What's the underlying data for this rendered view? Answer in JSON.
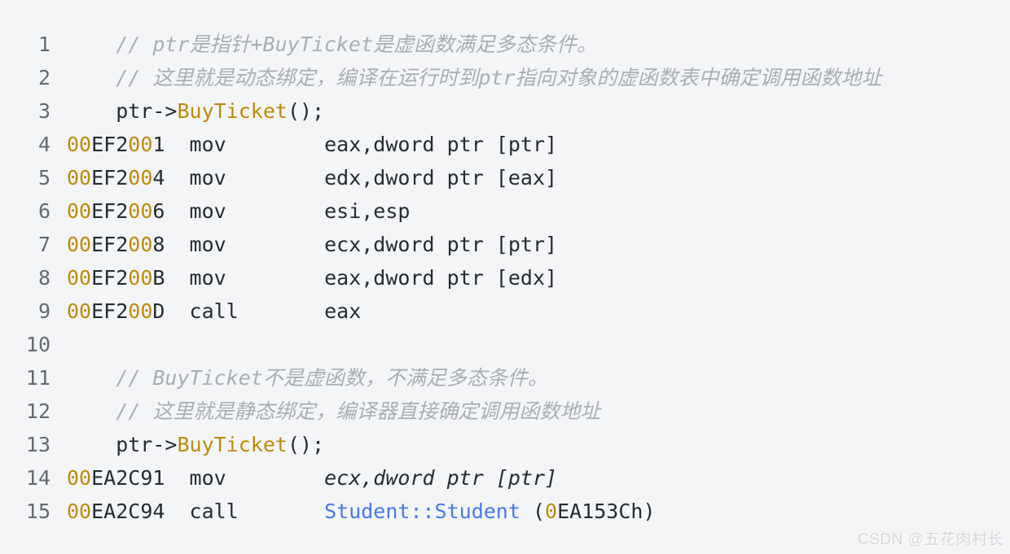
{
  "page": {
    "background": "#f4f5f7"
  },
  "palette": {
    "page_bg": "#f4f5f7",
    "plain": "#262b33",
    "comment": "#a9aeb5",
    "gold": "#bd8b0a",
    "blue": "#4878e8",
    "line_number": "#646a73",
    "watermark": "#d5d7da"
  },
  "watermark": {
    "text": "CSDN @五花肉村长"
  },
  "code_block": {
    "language": "cpp-disassembly",
    "lines": [
      {
        "n": "1",
        "segs": [
          {
            "t": "    // ptr是指针+BuyTicket是虚函数满足多态条件。",
            "c": "comment"
          }
        ]
      },
      {
        "n": "2",
        "segs": [
          {
            "t": "    // 这里就是动态绑定，编译在运行时到ptr指向对象的虚函数表中确定调用函数地址",
            "c": "comment"
          }
        ]
      },
      {
        "n": "3",
        "segs": [
          {
            "t": "    ptr->",
            "c": "plain"
          },
          {
            "t": "BuyTicket",
            "c": "gold"
          },
          {
            "t": "();",
            "c": "plain"
          }
        ]
      },
      {
        "n": "4",
        "segs": [
          {
            "t": "00",
            "c": "gold"
          },
          {
            "t": "EF2",
            "c": "plain"
          },
          {
            "t": "00",
            "c": "gold"
          },
          {
            "t": "1  mov        eax,dword ptr [ptr]",
            "c": "plain"
          }
        ]
      },
      {
        "n": "5",
        "segs": [
          {
            "t": "00",
            "c": "gold"
          },
          {
            "t": "EF2",
            "c": "plain"
          },
          {
            "t": "00",
            "c": "gold"
          },
          {
            "t": "4  mov        edx,dword ptr [eax]",
            "c": "plain"
          }
        ]
      },
      {
        "n": "6",
        "segs": [
          {
            "t": "00",
            "c": "gold"
          },
          {
            "t": "EF2",
            "c": "plain"
          },
          {
            "t": "00",
            "c": "gold"
          },
          {
            "t": "6  mov        esi,esp",
            "c": "plain"
          }
        ]
      },
      {
        "n": "7",
        "segs": [
          {
            "t": "00",
            "c": "gold"
          },
          {
            "t": "EF2",
            "c": "plain"
          },
          {
            "t": "00",
            "c": "gold"
          },
          {
            "t": "8  mov        ecx,dword ptr [ptr]",
            "c": "plain"
          }
        ]
      },
      {
        "n": "8",
        "segs": [
          {
            "t": "00",
            "c": "gold"
          },
          {
            "t": "EF2",
            "c": "plain"
          },
          {
            "t": "00",
            "c": "gold"
          },
          {
            "t": "B  mov        eax,dword ptr [edx]",
            "c": "plain"
          }
        ]
      },
      {
        "n": "9",
        "segs": [
          {
            "t": "00",
            "c": "gold"
          },
          {
            "t": "EF2",
            "c": "plain"
          },
          {
            "t": "00",
            "c": "gold"
          },
          {
            "t": "D  call       eax",
            "c": "plain"
          }
        ]
      },
      {
        "n": "10",
        "segs": []
      },
      {
        "n": "11",
        "segs": [
          {
            "t": "    // BuyTicket不是虚函数，不满足多态条件。",
            "c": "comment"
          }
        ]
      },
      {
        "n": "12",
        "segs": [
          {
            "t": "    // 这里就是静态绑定，编译器直接确定调用函数地址",
            "c": "comment"
          }
        ]
      },
      {
        "n": "13",
        "segs": [
          {
            "t": "    ptr->",
            "c": "plain"
          },
          {
            "t": "BuyTicket",
            "c": "gold"
          },
          {
            "t": "();",
            "c": "plain"
          }
        ]
      },
      {
        "n": "14",
        "segs": [
          {
            "t": "00",
            "c": "gold"
          },
          {
            "t": "EA2C91  mov        ",
            "c": "plain"
          },
          {
            "t": "ecx,dword ptr [ptr]",
            "c": "plain-italic"
          }
        ]
      },
      {
        "n": "15",
        "segs": [
          {
            "t": "00",
            "c": "gold"
          },
          {
            "t": "EA2C94  call       ",
            "c": "plain"
          },
          {
            "t": "Student::Student",
            "c": "blue"
          },
          {
            "t": " (",
            "c": "plain"
          },
          {
            "t": "0",
            "c": "gold"
          },
          {
            "t": "EA153Ch)",
            "c": "plain"
          }
        ]
      }
    ]
  }
}
